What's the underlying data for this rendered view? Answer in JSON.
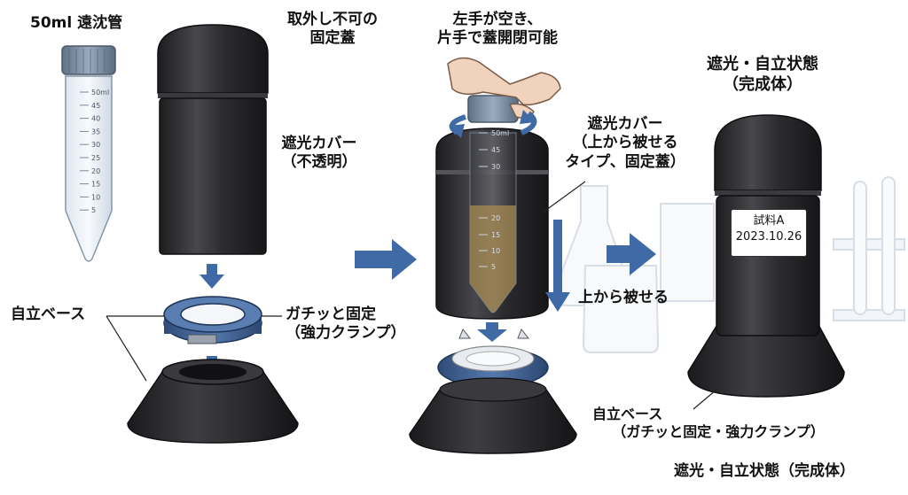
{
  "labels": {
    "tube": "50ml 遠沈管",
    "fixed_lid_l1": "取外し不可の",
    "fixed_lid_l2": "固定蓋",
    "hand_l1": "左手が空き、",
    "hand_l2": "片手で蓋開閉可能",
    "cover_l1": "遮光カバー",
    "cover_l2": "（不透明）",
    "base": "自立ベース",
    "clamp_l1": "ガチッと固定",
    "clamp_l2": "（強力クランプ）",
    "cover2_l1": "遮光カバー",
    "cover2_l2": "（上から被せる",
    "cover2_l3": "タイプ、固定蓋）",
    "cover_from_top": "上から被せる",
    "complete_l1": "遮光・自立状態",
    "complete_l2": "（完成体）",
    "base2_l1": "自立ベース",
    "base2_l2": "（ガチッと固定・強力クランプ）",
    "bottom_caption": "遮光・自立状態（完成体）"
  },
  "sticker": {
    "line1": "試料A",
    "line2": "2023.10.26"
  },
  "tube_scale": [
    "50ml",
    "45",
    "40",
    "35",
    "30",
    "25",
    "20",
    "15",
    "10",
    "5"
  ],
  "inner_scale": [
    "50ml",
    "45",
    "30",
    "20",
    "15",
    "10",
    "5"
  ],
  "colors": {
    "cover_black": "#2a2a2c",
    "cover_highlight": "#4a4a4e",
    "clamp_blue": "#3d5f93",
    "arrow_blue": "#3f6aa6",
    "tube_cap": "#7f93a9",
    "liquid": "#a58a52"
  }
}
